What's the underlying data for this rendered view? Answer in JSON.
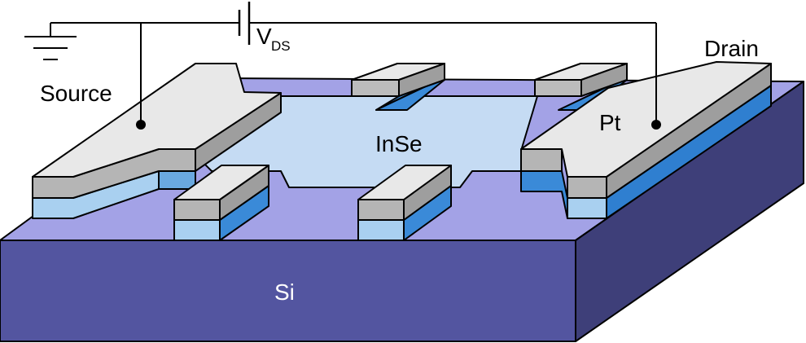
{
  "labels": {
    "source": "Source",
    "drain": "Drain",
    "pt": "Pt",
    "inse": "InSe",
    "si": "Si",
    "vds_main": "V",
    "vds_sub": "DS"
  },
  "colors": {
    "si_top": "#a3a2e6",
    "si_front": "#5355a0",
    "si_side": "#3e3f79",
    "inse": "#c5dbf3",
    "pt_top": "#e8e8e8",
    "pt_side": "#9e9e9e",
    "ti_front": "#a9d0f0",
    "ti_side": "#3a8ad8"
  }
}
